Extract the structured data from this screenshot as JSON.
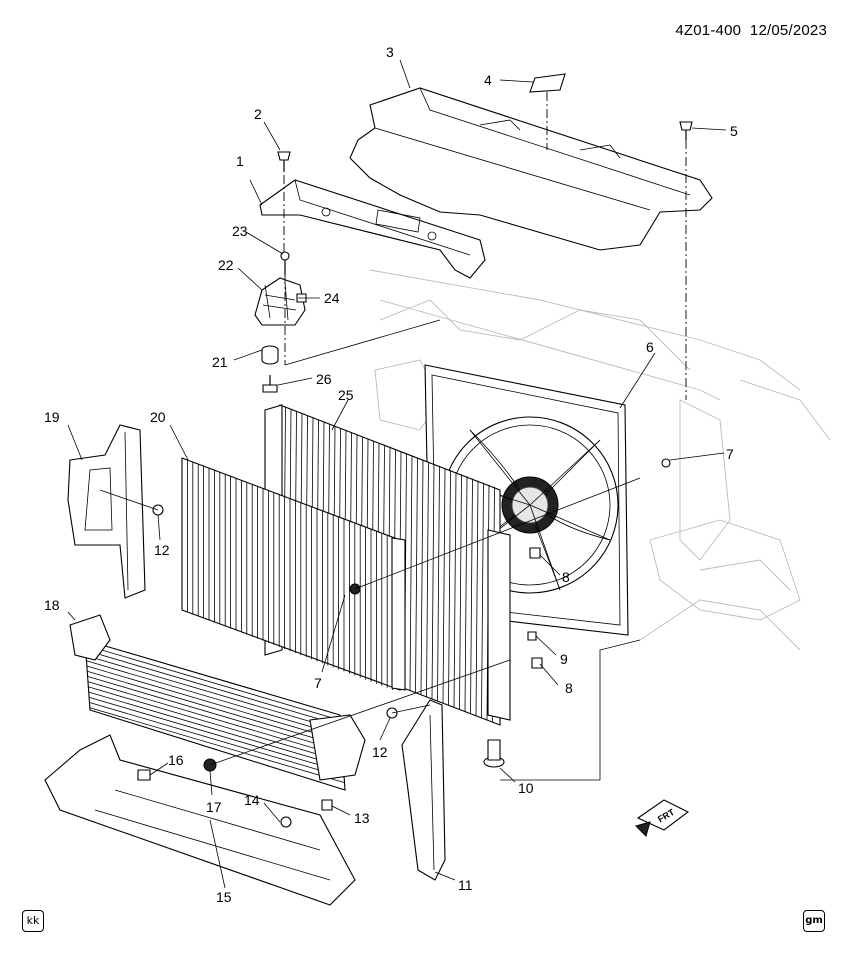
{
  "header": {
    "code": "4Z01-400",
    "date": "12/05/2023"
  },
  "callouts": [
    "1",
    "2",
    "3",
    "4",
    "5",
    "6",
    "7",
    "7",
    "8",
    "8",
    "9",
    "10",
    "11",
    "12",
    "12",
    "13",
    "14",
    "15",
    "16",
    "17",
    "18",
    "19",
    "20",
    "21",
    "22",
    "23",
    "24",
    "25",
    "26"
  ],
  "front_indicator": "FRT",
  "badges": {
    "left": "kk",
    "right": "gm"
  }
}
